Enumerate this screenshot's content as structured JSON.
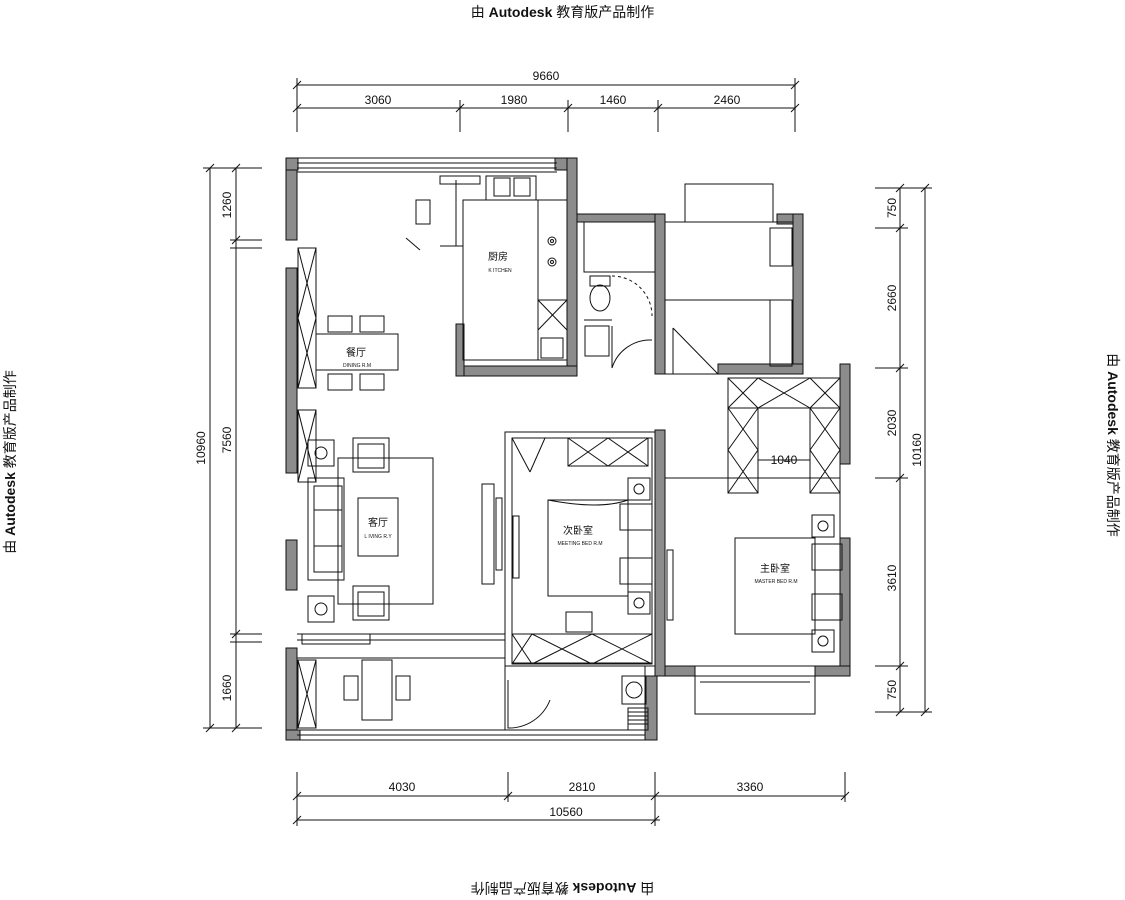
{
  "watermark": {
    "prefix": "由",
    "brand": "Autodesk",
    "suffix": "教育版产品制作"
  },
  "dimensions": {
    "top_total": "9660",
    "top_segments": [
      "3060",
      "1980",
      "1460",
      "2460"
    ],
    "bottom_total": "10560",
    "bottom_segments": [
      "4030",
      "2810",
      "3360"
    ],
    "left_total": "10960",
    "left_segments": [
      "1260",
      "7560",
      "1660"
    ],
    "right_total": "10160",
    "right_segments": [
      "750",
      "2660",
      "2030",
      "3610",
      "750"
    ],
    "inner_closet_width": "1040"
  },
  "rooms": {
    "kitchen": {
      "name": "厨房",
      "name_en": "K ITCHEN"
    },
    "dining": {
      "name": "餐厅",
      "name_en": "DINING R.M"
    },
    "living": {
      "name": "客厅",
      "name_en": "L IVING R.Y"
    },
    "second_bedroom": {
      "name": "次卧室",
      "name_en": "MEETING BED R.M"
    },
    "master_bedroom": {
      "name": "主卧室",
      "name_en": "MASTER BED R.M"
    }
  },
  "colors": {
    "wall": "#8c8c8c",
    "line": "#111111",
    "background": "#ffffff"
  }
}
